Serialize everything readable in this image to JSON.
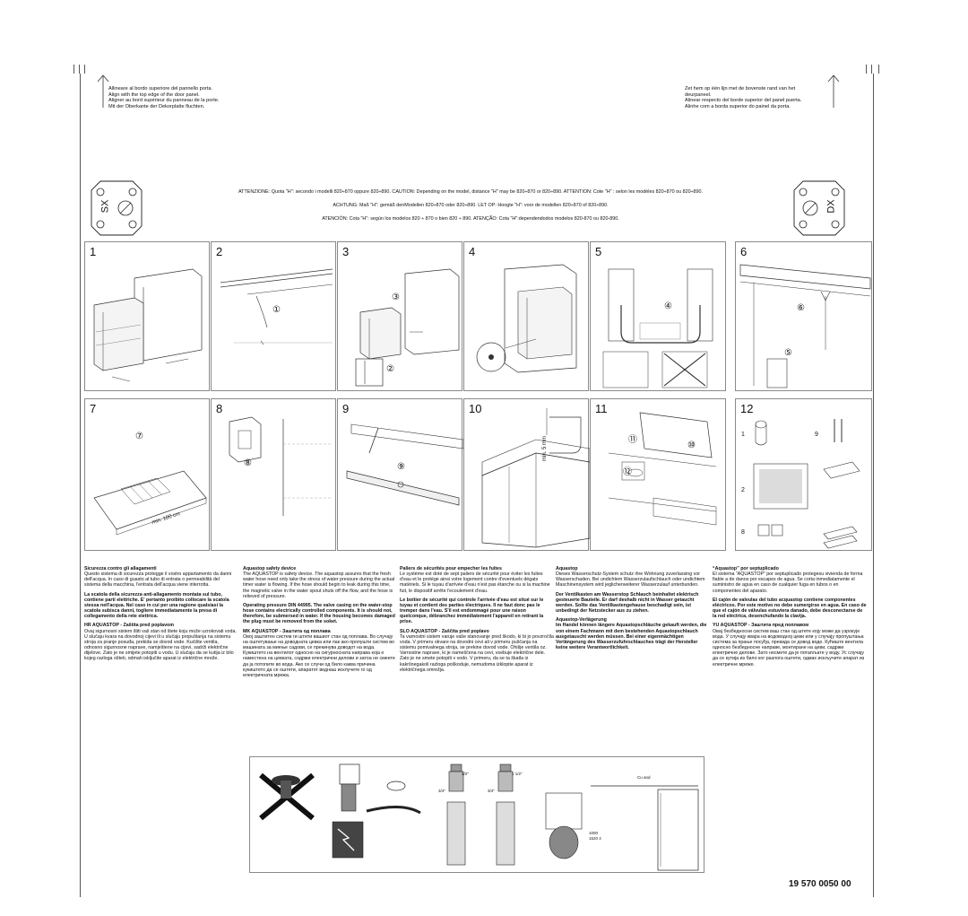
{
  "header": {
    "left_lines": [
      "Allineare al bordo superiore del pannello porta.",
      "Align with the top edge of the door panel.",
      "Aligner au bord supérieur du panneau de la porte.",
      "Mit der Oberkante der Dekorplatte fluchten."
    ],
    "right_lines": [
      "Zet hem op één lijn met de bovenste rand van het",
      "deurpaneel.",
      "Alinear respecto del borde superior del panel puerta.",
      "Alinhe com a borda superior do painel da porta."
    ]
  },
  "warnings": {
    "line1": "ATTENZIONE: Quota \"H\": secondo i modelli 820÷870 oppure 820÷890. CAUTION: Depending on the model, distance \"H\" may be 820÷870 or 820÷890. ATTENTION: Cote \"H\" : selon les modèles 820÷870 ou 820÷890.",
    "line2": "ACHTUNG: Maß \"H\": gemäß denModellen 820÷870 oder 820÷890. LET OP: Hoogte \"H\": voor de modellen 820÷870 of 820÷890.",
    "line3": "ATENCIÓN: Cota \"H\": según los modelos 820 ÷ 870 o bien 820 ÷ 890. ATENÇÃO: Cota \"H\":dependendodos modelos 820-870 ou 820-890."
  },
  "side_labels": {
    "left": "SX",
    "right": "DX"
  },
  "steps": [
    "1",
    "2",
    "3",
    "4",
    "5",
    "6",
    "7",
    "8",
    "9",
    "10",
    "11",
    "12"
  ],
  "step_callouts": {
    "s2_a": "①",
    "s3_a": "③",
    "s3_b": "②",
    "s5_a": "④",
    "s6_a": "⑥",
    "s6_b": "⑤",
    "s7_a": "⑦",
    "s8_a": "⑧",
    "s9_a": "⑨",
    "s11_a": "⑪",
    "s11_b": "⑩",
    "s11_c": "⑫",
    "s10_dim": "min. 5 mm",
    "s7_min": "min. 100 cm",
    "s12_labels": [
      "1",
      "9",
      "2",
      "8"
    ]
  },
  "columns": {
    "c1": [
      {
        "t": "h",
        "v": "Sicurezza contro gli allagamenti"
      },
      {
        "t": "n",
        "v": "Questo sistema di sicurezza protegge il vostro appartamento da danni dell'acqua. In caso di guasto al tubo di entrata o permeabilità del sistema della macchina, l'entrata dell'acqua viene interrotta."
      },
      {
        "t": "b",
        "v": "La scatola della sicurezza anti-allagamento montata sul tubo, contiene parti elettriche. E' pertanto proibito collocare la scatola stessa nell'acqua. Nel caso in cui per una ragione qualsiasi la scatola subisca danni, togliere immediatamente la presa di collegamento della rete elettrica."
      },
      {
        "t": "h",
        "v": "HR AQUASTOP - Zaštita pred poplavom"
      },
      {
        "t": "n",
        "v": "Ovaj sigurnosni sistem štiti vaš stan od štete koju može uzrokovati voda. U slučaju kvara na dovodnoj cijevi ili u slučaju propuštanja na sistemu stroja za pranje posuđa, prekida se dovod vode. Kućište ventila, odnosno sigurnosne naprave, namještene na cijevi, sadrži električne dijelove. Zato je ne smijete potopiti u vodu. U slučaju da se kutija iz bilo kojeg razloga ošteti, odmah isključite aparat iz električne mreže."
      }
    ],
    "c2": [
      {
        "t": "h",
        "v": "Aquastop safety device"
      },
      {
        "t": "n",
        "v": "The AQUASTOP is safety device. The aquastop assures that the fresh water hose need only take the stress of water pressure during the actual timer water is flowing. If the hose should begin to leak during this time, the magnetic valve in the water spout shuts off the flow, and the hose is relieved of pressure."
      },
      {
        "t": "b",
        "v": "Operating pressure DIN 44995. The valve casing on the water-stop hose contains electrically controlled components. It is should not, therefore, be submersed in water. If the housing becomes damaged the plug must be removed from the soket."
      },
      {
        "t": "h",
        "v": "MK AQUASTOP - Заштита од поплава"
      },
      {
        "t": "n",
        "v": "Овој заштитен систем ги штити вашиот стан од поплава. Во случају на оштетување на доводната цевка или пак ако пропушти систем во машината за миење садови, се прекинува доводот на вода. Кукиштето на вентилот односно на сигурносната направа која е наместена на цевката, содржи електрични делови и затоа не смеете да ја потопите во вода. Ако се случи од било каква причина кукиштето да се оштети, апаратот веднаш исклучете го од електричната мрежа."
      }
    ],
    "c3": [
      {
        "t": "h",
        "v": "Paliers de sécurités pour empecher les fuites"
      },
      {
        "t": "n",
        "v": "Le système est doté de sept paliers de sécurité pour éviter les fuites d'eau et le protège ainsi votre logement contre d'eventuels dégats matériels. Si le tuyau d'arrivée d'eau n'est pas étanche ou si la machine fuit, le dispositif arrête l'ecoulement d'eau."
      },
      {
        "t": "b",
        "v": "Le boitier de sécurité qui controle l'arrivée d'eau est situé sur le tuyau et contient des parties électriques. Il ne faut donc pas le tremper dans l'eau. S'il est endommagé pour une raison quelconque, débranchez immédiatement l'appareil en retirant la prise."
      },
      {
        "t": "h",
        "v": "SLO AQUASTOP - Zaščita pred poplavo"
      },
      {
        "t": "n",
        "v": "Ta varnostni sistem varuje vaše stanovanje pred škodo, ki bi jo povzročila voda. V primeru okvare na dovodni cevi ali v primeru puščanja na sistemu pomivalnega stroja, se prekine dovod vode. Ohišje ventila oz. Varnostne naprave, ki je nameščena na cevi, vsebuje električne dele. Zato je ne smete potopiti v vodo. V primeru, da se ta škatla iz kakršnegakoli razloga poškoduje, nemudoma izklopite aparat iz električnega omrežja."
      }
    ],
    "c4": [
      {
        "t": "h",
        "v": "Aquastop"
      },
      {
        "t": "n",
        "v": "Dieses Wasserschutz-System schutz ihre Wohnung zuverlassing vor Wasserschaden. Bei undichtem Wasserzulaufschlauch oder undichtem Maschinensystem wird jeglicherweiterer Wasserzulauf unterbunden."
      },
      {
        "t": "b",
        "v": "Der Ventilkasten am Wasserstop Schlauch beinhaltet elektrisch gesteuerte Bauteile. Er darf deshalb nicht in Wasser getaucht werden. Sollte das Ventilkastengehause beschadigt sein, ist unbedingt der Netzstecker aus zu ziehen."
      },
      {
        "t": "h",
        "v": "Aquastop-Verlägerung"
      },
      {
        "t": "b",
        "v": "Im Handel können längere Aquastopschläuche gekauft werden, die von einem Fachmann mit dem bestehenden Aquastopschlauch ausgetauscht werden müssen. Bei einer eigenmächtigen Verlängerung des Wasserzufuhrschlauches trägt der Hersteller keine weitere Verantwortlichkeit."
      }
    ],
    "c5": [
      {
        "t": "h",
        "v": "“Aquastop” por septuplicado"
      },
      {
        "t": "n",
        "v": "El sistema “AQUASTOP” por septuplicado protegesu vivienda de forma fiable a de danos por escapes de agua. Se corta inmediatamente el suministro de agua en caso de cualquier fuga en tubos o en componentes del aparato."
      },
      {
        "t": "b",
        "v": "El cajón de valvulas del tubo acquastop contiene componentes eléctricos. Por este motivo no debe sumergirse en agua. En caso de que el cajón de válvulas estuviera danado, debe desconectarse de la red eléctrica, desenchufando la clavija."
      },
      {
        "t": "h",
        "v": "YU AQUASTOP - Заштита пред поплавом"
      },
      {
        "t": "n",
        "v": "Овај безбедносни систем ваш стан од штете коју може да узрокује вода. У случају квара на водоводној цеви или у случају пропуштања система за прање посуђа, прекида се довод воде. Кућиште вентила односно безбедносне направе, монтиране на цеви, садржи електричне делове. Зато несмете да је потапљате у воду. Ус случају да се кутија из било ког разлога оштети, одмах искључите апарат из електричне мреже."
      }
    ]
  },
  "bottom_figure": {
    "labels": [
      "1/2\"",
      "3/4\"",
      "1 1/2\"",
      "3/4\"",
      "Cu and",
      "1000",
      "1520 4"
    ]
  },
  "code": "19 570 0050 00"
}
